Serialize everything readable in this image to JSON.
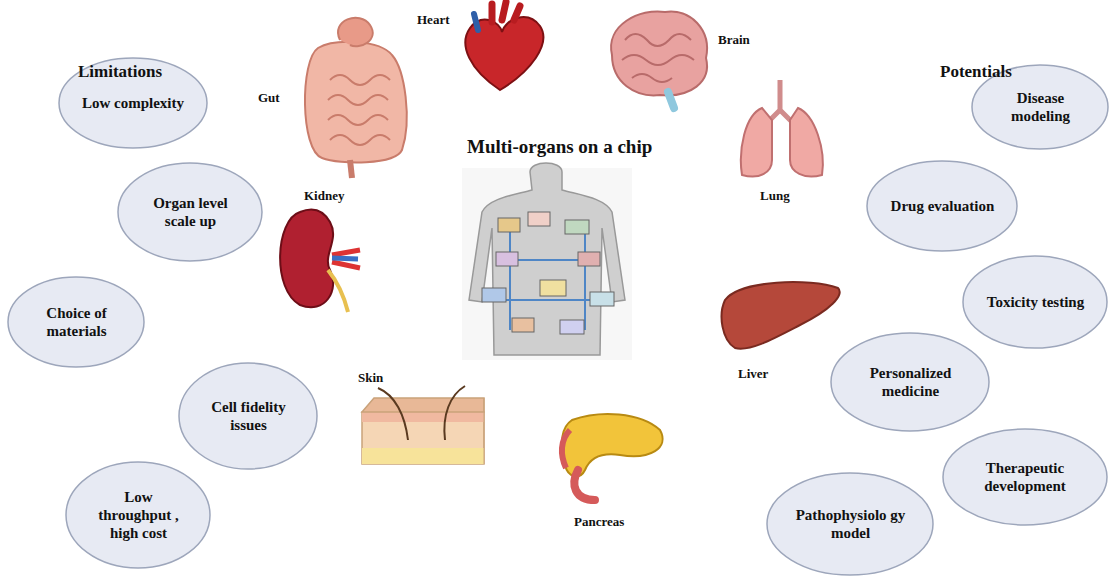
{
  "diagram": {
    "title": "Multi-organs on a chip",
    "nodes": [
      {
        "text": [
          "Low complexity"
        ]
      },
      {
        "text": [
          "Organ level scale up"
        ]
      },
      {
        "text": [
          "Choice of materials"
        ]
      },
      {
        "text": [
          "Cell fidelity issues"
        ]
      },
      {
        "text": [
          "Low throughput , high cost"
        ]
      },
      {
        "text": [
          "Disease modeling"
        ]
      },
      {
        "text": [
          "Drug evaluation"
        ]
      },
      {
        "text": [
          "Toxicity testing"
        ]
      },
      {
        "text": [
          "Personalized medicine"
        ]
      },
      {
        "text": [
          "Therapeutic development"
        ]
      },
      {
        "text": [
          "Pathophysiolo gy model"
        ]
      }
    ],
    "labels": [
      "Limitations",
      "Potentials",
      "Gut",
      "Heart",
      "Brain",
      "Lung",
      "Kidney",
      "Liver",
      "Skin",
      "Pancreas"
    ]
  }
}
